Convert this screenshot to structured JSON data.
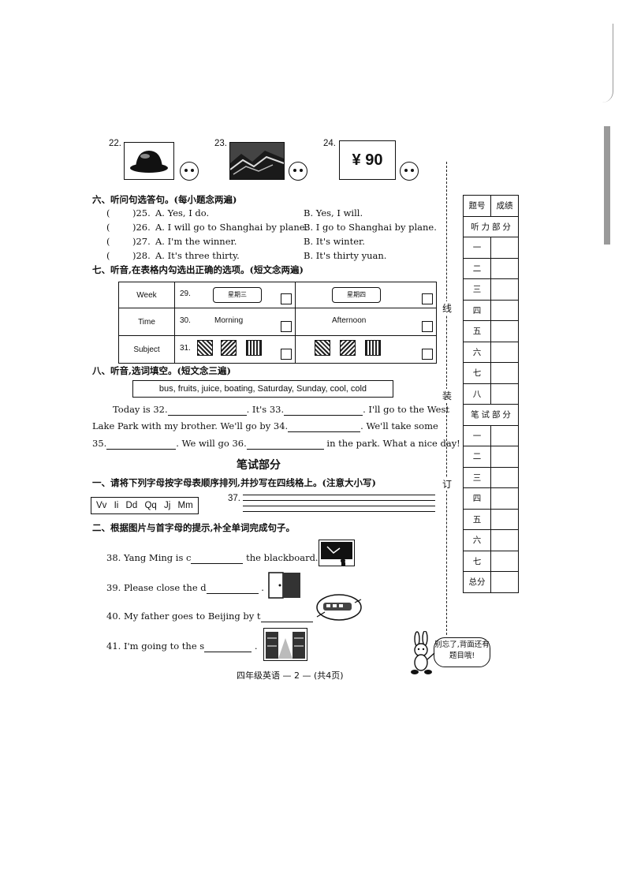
{
  "q22_24": {
    "n22": "22.",
    "n23": "23.",
    "n24": "24.",
    "price": "¥ 90"
  },
  "s6": {
    "heading": "六、听问句选答句。(每小题念两遍)",
    "items": [
      {
        "paren": "(",
        "num": ")25.",
        "a": "A. Yes, I do.",
        "b": "B. Yes, I will."
      },
      {
        "paren": "(",
        "num": ")26.",
        "a": "A. I will go to Shanghai by plane.",
        "b": "B. I go to Shanghai by plane."
      },
      {
        "paren": "(",
        "num": ")27.",
        "a": "A. I'm the winner.",
        "b": "B. It's winter."
      },
      {
        "paren": "(",
        "num": ")28.",
        "a": "A. It's three thirty.",
        "b": "B. It's thirty yuan."
      }
    ]
  },
  "s7": {
    "heading": "七、听音,在表格内勾选出正确的选项。(短文念两遍)",
    "rows": [
      {
        "label": "Week",
        "num": "29.",
        "left": "",
        "right": ""
      },
      {
        "label": "Time",
        "num": "30.",
        "left": "Morning",
        "right": "Afternoon"
      },
      {
        "label": "Subject",
        "num": "31.",
        "left": "",
        "right": ""
      }
    ],
    "calendar_left": "星期三",
    "calendar_right": "星期四"
  },
  "s8": {
    "heading": "八、听音,选词填空。(短文念三遍)",
    "words": "bus, fruits, juice, boating, Saturday, Sunday, cool, cold",
    "l1a": "Today is ",
    "n32": "32.",
    "l1b": ". It's ",
    "n33": "33.",
    "l1c": ". I'll go to the West",
    "l2a": "Lake Park with my brother. We'll go by ",
    "n34": "34.",
    "l2b": ". We'll take some",
    "n35": "35.",
    "l3a": ". We will go ",
    "n36": "36.",
    "l3b": " in the park. What a nice day!"
  },
  "written": {
    "title": "笔试部分",
    "s1_heading": "一、请将下列字母按字母表顺序排列,并抄写在四线格上。(注意大小写)",
    "letters": "Vv Ii Dd Qq Jj Mm",
    "n37": "37.",
    "s2_heading": "二、根据图片与首字母的提示,补全单词完成句子。",
    "q38a": "38. Yang Ming is c",
    "q38b": " the blackboard.",
    "q39a": "39. Please close the d",
    "q39b": ".",
    "q40a": "40. My father goes to Beijing by t",
    "q40b": ".",
    "q41a": "41. I'm going to the s",
    "q41b": "."
  },
  "side": {
    "seal1": "线",
    "seal2": "装",
    "seal3": "订"
  },
  "score_table": {
    "col1": "题号",
    "col2": "成绩",
    "listen": "听 力 部 分",
    "listen_rows": [
      "一",
      "二",
      "三",
      "四",
      "五",
      "六",
      "七",
      "八"
    ],
    "write": "笔 试 部 分",
    "write_rows": [
      "一",
      "二",
      "三",
      "四",
      "五",
      "六",
      "七"
    ],
    "total": "总分"
  },
  "bubble": "别忘了,背面还有题目哦!",
  "footer": "四年级英语 — 2 — (共4页)"
}
